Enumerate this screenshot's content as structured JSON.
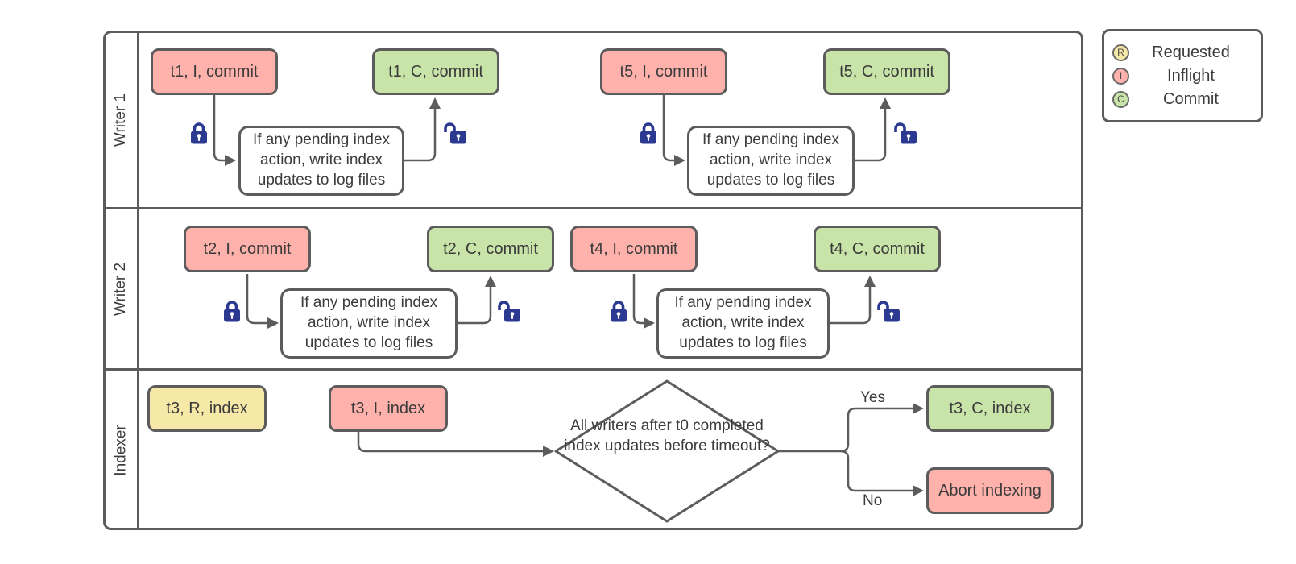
{
  "diagram": {
    "lanes": [
      {
        "label": "Writer 1"
      },
      {
        "label": "Writer 2"
      },
      {
        "label": "Indexer"
      }
    ],
    "nodes": {
      "t1_i": "t1, I, commit",
      "t1_c": "t1, C, commit",
      "t5_i": "t5, I, commit",
      "t5_c": "t5, C, commit",
      "t2_i": "t2, I, commit",
      "t2_c": "t2, C, commit",
      "t4_i": "t4, I, commit",
      "t4_c": "t4, C, commit",
      "t3_r": "t3, R, index",
      "t3_i": "t3, I, index",
      "t3_c": "t3, C, index",
      "abort": "Abort indexing",
      "cond": "If any pending index action, write index updates to log files",
      "decision": "All writers after t0 completed index updates before timeout?"
    },
    "edge_labels": {
      "yes": "Yes",
      "no": "No"
    },
    "colors": {
      "inflight_fill": "#ffb2ac",
      "commit_fill": "#c8e4a8",
      "requested_fill": "#f6e8a6",
      "stroke": "#5c5c5c",
      "lock": "#2b3990"
    }
  },
  "legend": {
    "items": [
      {
        "symbol": "R",
        "label": "Requested"
      },
      {
        "symbol": "I",
        "label": "Inflight"
      },
      {
        "symbol": "C",
        "label": "Commit"
      }
    ]
  }
}
